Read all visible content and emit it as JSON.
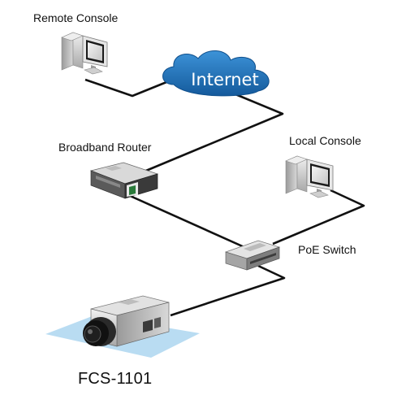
{
  "labels": {
    "remote_console": "Remote Console",
    "internet": "Internet",
    "broadband_router": "Broadband Router",
    "local_console": "Local Console",
    "poe_switch": "PoE Switch",
    "camera_model": "FCS-1101"
  },
  "colors": {
    "cloud": "#1b70bd",
    "cable": "#111111",
    "camera_floor": "#b9dcf2",
    "device_silver": "#c9c9c9"
  },
  "icons": {
    "remote_console": "desktop-computer-icon",
    "local_console": "desktop-computer-icon",
    "internet": "cloud-icon",
    "broadband_router": "router-icon",
    "poe_switch": "network-switch-icon",
    "camera": "ip-camera-icon"
  }
}
